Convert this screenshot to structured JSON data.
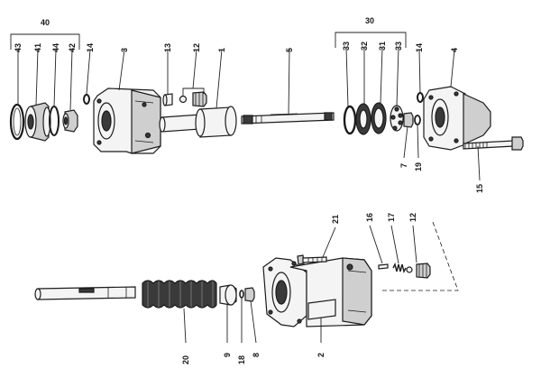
{
  "diagram": {
    "labels": [
      "40",
      "43",
      "41",
      "44",
      "42",
      "14",
      "3",
      "13",
      "12",
      "1",
      "5",
      "30",
      "33",
      "32",
      "31",
      "33",
      "14",
      "4",
      "7",
      "19",
      "15",
      "21",
      "16",
      "17",
      "12",
      "20",
      "9",
      "18",
      "8",
      "2"
    ]
  }
}
